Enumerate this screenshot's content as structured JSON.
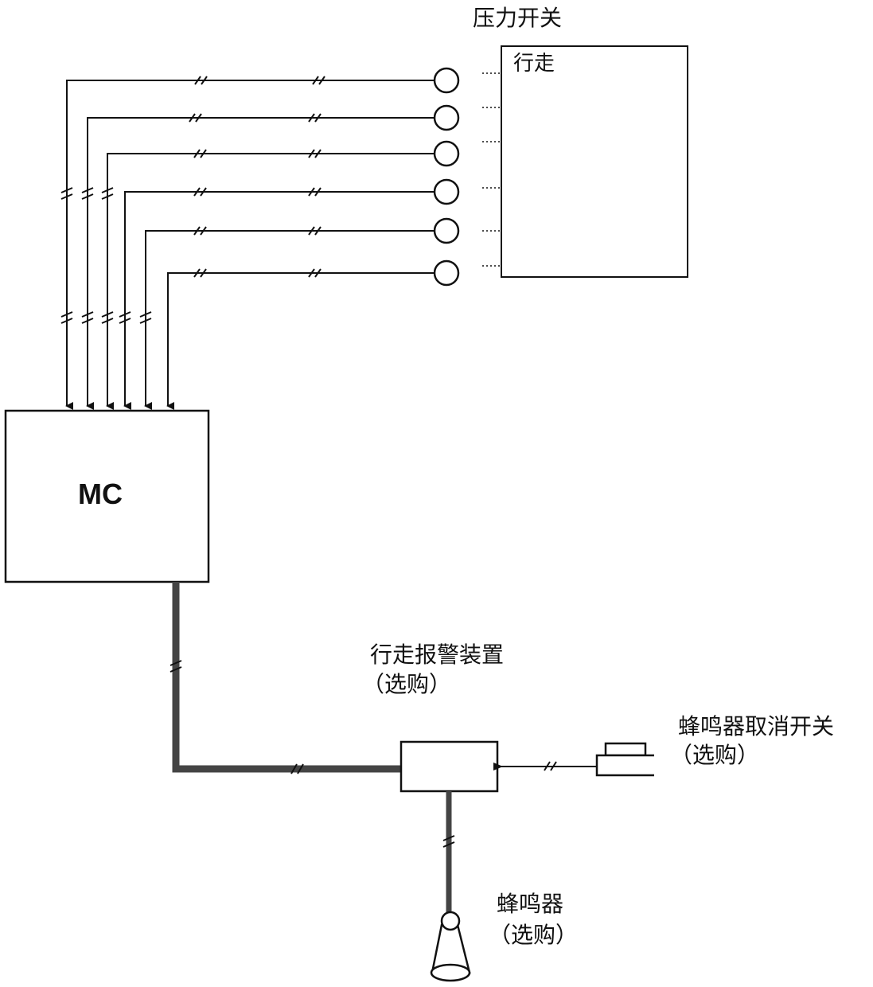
{
  "labels": {
    "pressure_switch": "压力开关",
    "travel": "行走",
    "controller": "MC",
    "travel_alarm": "行走报警装置",
    "travel_alarm_optional": "（选购）",
    "buzzer_cancel": "蜂鸣器取消开关",
    "buzzer_cancel_optional": "（选购）",
    "buzzer": "蜂鸣器",
    "buzzer_optional": "（选购）"
  },
  "pressure_switch_count": 6
}
